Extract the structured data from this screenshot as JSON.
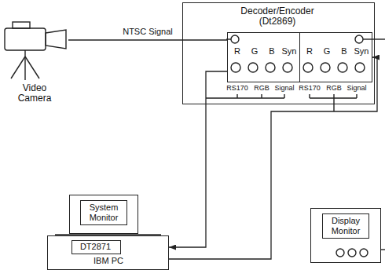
{
  "diagram": {
    "nodes": [
      {
        "text": [
          "Video Camera"
        ]
      },
      {
        "text": [
          "Decoder/Encoder (Dt2869)"
        ]
      },
      {
        "text": [
          "R",
          "G",
          "B",
          "Syn"
        ],
        "in": 1
      },
      {
        "text": [
          "R",
          "G",
          "B",
          "Syn"
        ],
        "in": 1
      },
      {
        "text": [
          "System Monitor"
        ]
      },
      {
        "text": [
          "IBM PC"
        ]
      },
      {
        "text": [
          "DT2871"
        ],
        "in": 5
      },
      {
        "text": [
          "Display Monitor"
        ]
      }
    ],
    "edges": [
      {
        "from": 0,
        "to": 2,
        "label": "NTSC Signal",
        "arrow": "none"
      },
      {
        "from": 2,
        "to": 5,
        "arrow": "to"
      },
      {
        "from": 5,
        "to": 3,
        "arrow": "to"
      }
    ],
    "labels": [
      "RS170",
      "RGB",
      "Signal",
      "RS170",
      "RGB",
      "Signal"
    ]
  }
}
